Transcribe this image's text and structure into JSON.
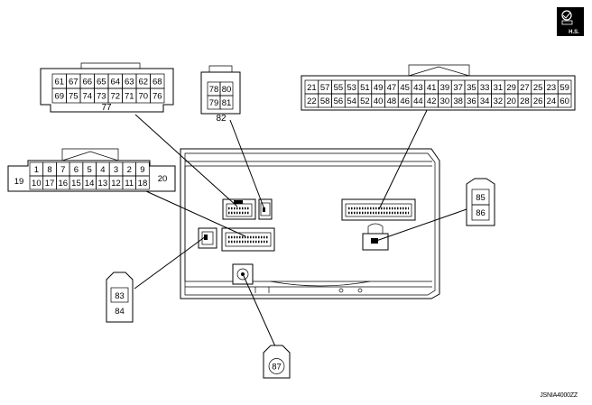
{
  "badge": {
    "text": "H.S."
  },
  "figure_code": "JSNIA4000ZZ",
  "connectors": {
    "c77": {
      "row1": [
        "61",
        "67",
        "66",
        "65",
        "64",
        "63",
        "62",
        "68"
      ],
      "row2": [
        "69",
        "75",
        "74",
        "73",
        "72",
        "71",
        "70",
        "76"
      ],
      "label": "77"
    },
    "c82": {
      "row1": [
        "78",
        "80"
      ],
      "row2": [
        "79",
        "81"
      ],
      "label": "82"
    },
    "c_big": {
      "row1": [
        "21",
        "57",
        "55",
        "53",
        "51",
        "49",
        "47",
        "45",
        "43",
        "41",
        "39",
        "37",
        "35",
        "33",
        "31",
        "29",
        "27",
        "25",
        "23",
        "59"
      ],
      "row2": [
        "22",
        "58",
        "56",
        "54",
        "52",
        "40",
        "48",
        "46",
        "44",
        "42",
        "30",
        "38",
        "36",
        "34",
        "32",
        "20",
        "28",
        "26",
        "24",
        "60"
      ]
    },
    "c20": {
      "row1": [
        "1",
        "8",
        "7",
        "6",
        "5",
        "4",
        "3",
        "2",
        "9"
      ],
      "row2": [
        "10",
        "17",
        "16",
        "15",
        "14",
        "13",
        "12",
        "11",
        "18"
      ],
      "left": "19",
      "right": "20"
    },
    "c85": {
      "top": "85",
      "bottom": "86"
    },
    "c83": {
      "top": "83",
      "bottom": "84"
    },
    "c87": {
      "pin": "87"
    }
  }
}
